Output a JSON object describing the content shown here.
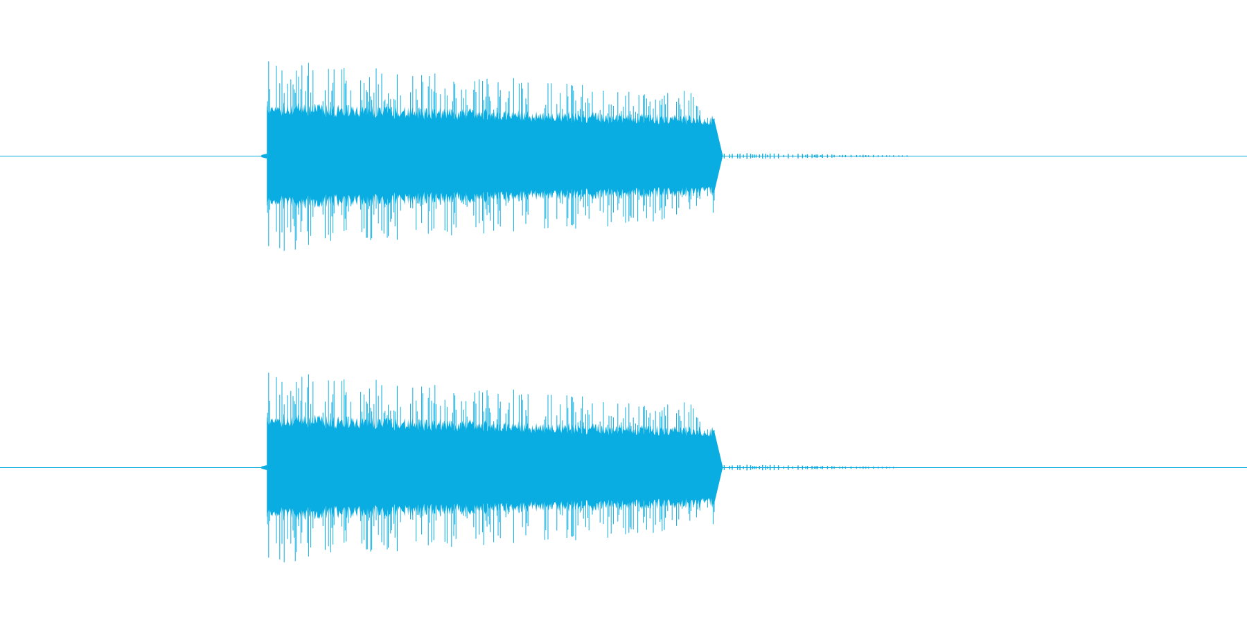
{
  "waveform": {
    "color": "#0aade2",
    "background": "#ffffff",
    "channels": [
      {
        "name": "",
        "onset": 0.214,
        "end": 0.573,
        "tail_end": 0.73,
        "peak_amplitude": 0.62,
        "body_amplitude": 0.3,
        "decay_start": 0.2
      },
      {
        "name": "",
        "onset": 0.214,
        "end": 0.573,
        "tail_end": 0.72,
        "peak_amplitude": 0.62,
        "body_amplitude": 0.3,
        "decay_start": 0.2
      }
    ]
  }
}
